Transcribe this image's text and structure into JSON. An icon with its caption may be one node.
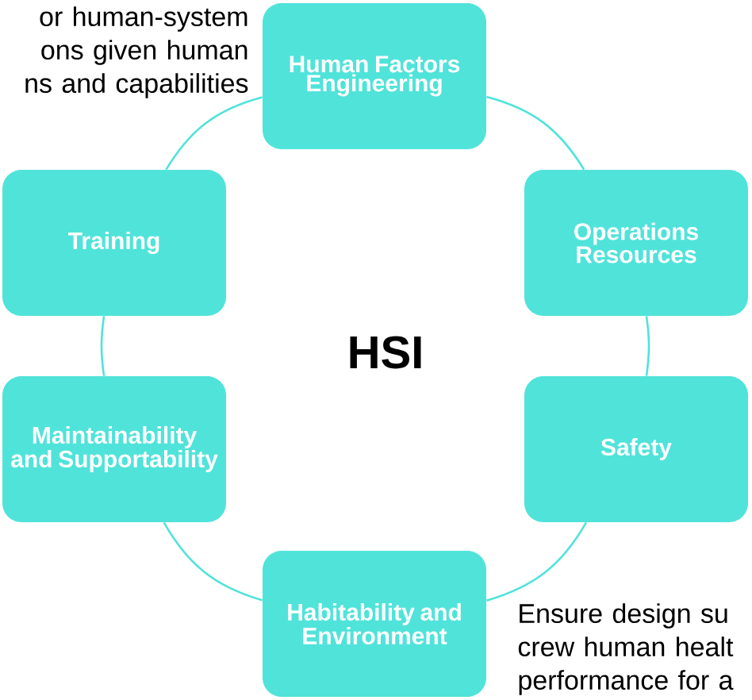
{
  "diagram": {
    "nodes": [
      {
        "text": [
          "Human Factors Engineering"
        ]
      },
      {
        "text": [
          "Operations Resources"
        ]
      },
      {
        "text": [
          "Safety"
        ]
      },
      {
        "text": [
          "Habitability and Environment"
        ]
      },
      {
        "text": [
          "Maintainability and Supportability"
        ]
      },
      {
        "text": [
          "Training"
        ]
      }
    ],
    "edges": [
      {
        "from": 0,
        "to": 1,
        "arrow": "none"
      },
      {
        "from": 1,
        "to": 2,
        "arrow": "none"
      },
      {
        "from": 2,
        "to": 3,
        "arrow": "none"
      },
      {
        "from": 3,
        "to": 4,
        "arrow": "none"
      },
      {
        "from": 4,
        "to": 5,
        "arrow": "none"
      },
      {
        "from": 5,
        "to": 0,
        "arrow": "none"
      }
    ],
    "labels": [
      "HSI",
      "or human-system ons given human ns and capabilities",
      "Ensure design su crew human healt performance for a"
    ]
  }
}
